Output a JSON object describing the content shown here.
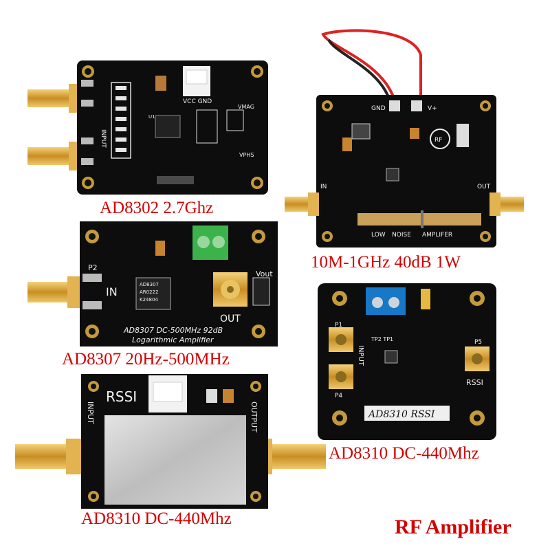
{
  "captions": {
    "ad8302": "AD8302 2.7Ghz",
    "lna": "10M-1GHz 40dB 1W",
    "ad8307": "AD8307 20Hz-500MHz",
    "ad8310_right": "AD8310 DC-440Mhz",
    "ad8310_left": "AD8310 DC-440Mhz"
  },
  "footer": "RF Amplifier",
  "boards": {
    "ad8302": {
      "input": "INPUT",
      "vcc_gnd": "VCC GND",
      "vmag": "VMAG",
      "vphs": "VPHS",
      "chip": "U1"
    },
    "lna": {
      "gnd": "GND",
      "vplus": "V+",
      "in": "IN",
      "out": "OUT",
      "rf": "RF",
      "low": "LOW",
      "noise": "NOISE",
      "amplifier": "AMPLIFER"
    },
    "ad8307": {
      "p2": "P2",
      "in": "IN",
      "out": "OUT",
      "vout": "Vout",
      "chip_line1": "AD8307",
      "chip_line2": "AR0222",
      "chip_line3": "K24804",
      "line1": "AD8307 DC-500MHz 92dB",
      "line2": "Logarithmic Amplifier"
    },
    "ad8310_right": {
      "input": "INPUT",
      "rssi": "RSSI",
      "title": "AD8310 RSSI",
      "p1": "P1",
      "p4": "P4",
      "p5": "P5",
      "tp": "TP2 TP1"
    },
    "ad8310_left": {
      "rssi": "RSSI",
      "input": "INPUT",
      "output": "OUTPUT"
    }
  }
}
